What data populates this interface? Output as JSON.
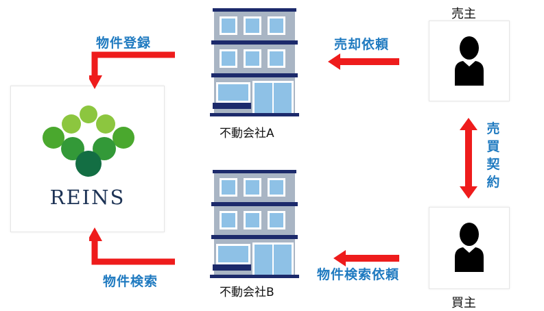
{
  "logo": {
    "text": "REINS"
  },
  "company_a": {
    "label": "不動会社A"
  },
  "company_b": {
    "label": "不動会社B"
  },
  "seller": {
    "label": "売主"
  },
  "buyer": {
    "label": "買主"
  },
  "flows": {
    "property_registration": "物件登録",
    "sale_request": "売却依頼",
    "property_search": "物件検索",
    "search_request": "物件検索依頼",
    "sales_contract_chars": [
      "売",
      "買",
      "契",
      "約"
    ]
  },
  "colors": {
    "arrow": "#ee1c1c",
    "label_blue": "#1f7ac0",
    "reins_navy": "#1d3355",
    "building_navy": "#1c2a6b",
    "window_blue": "#8ec1e6"
  }
}
